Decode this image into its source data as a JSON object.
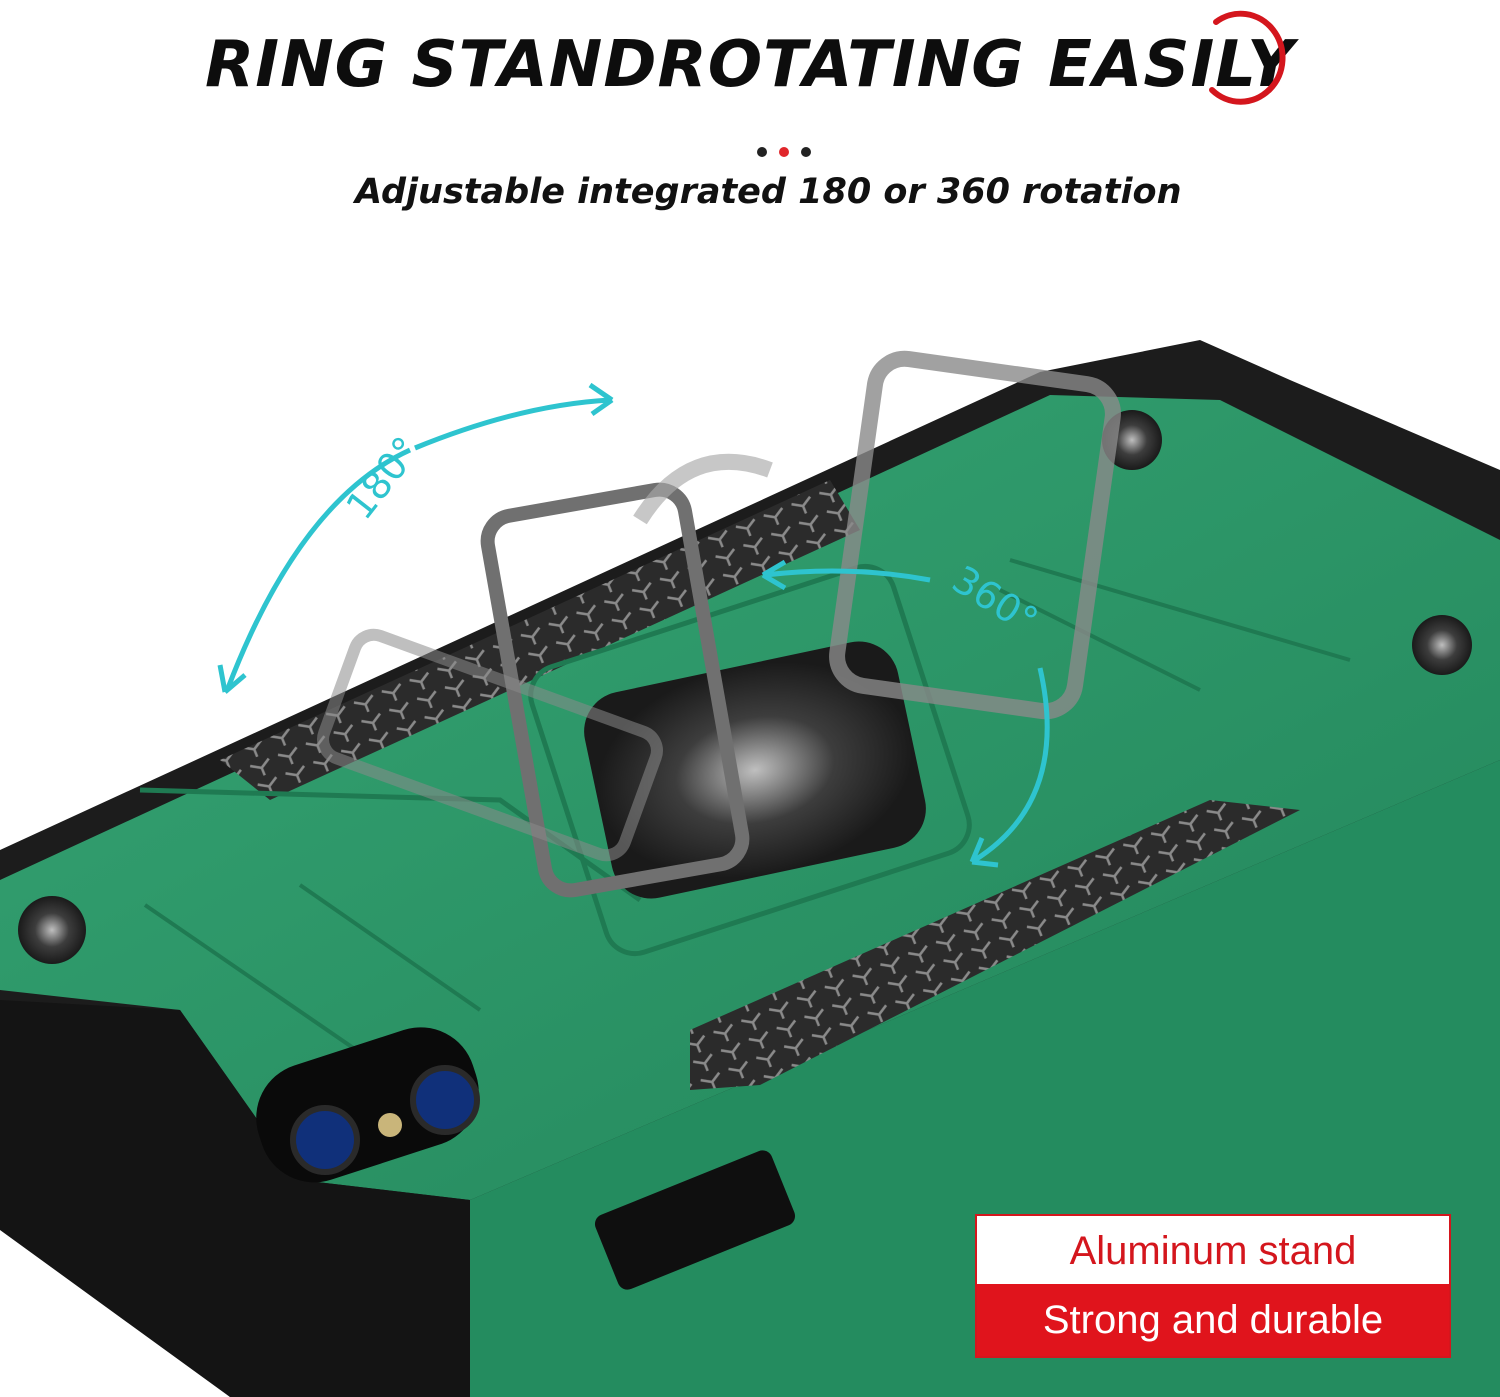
{
  "headline": {
    "text": "RING STANDROTATING EASILY"
  },
  "subheadline": {
    "text": "Adjustable integrated 180  or 360  rotation"
  },
  "product_image": {
    "angle_label_180": "180°",
    "angle_label_360": "360°",
    "case_color": "#2e9a68",
    "accent_color": "#2ec4cf"
  },
  "feature_box": {
    "title": "Aluminum stand",
    "subtitle": "Strong and durable",
    "accent_color": "#e0141c"
  }
}
